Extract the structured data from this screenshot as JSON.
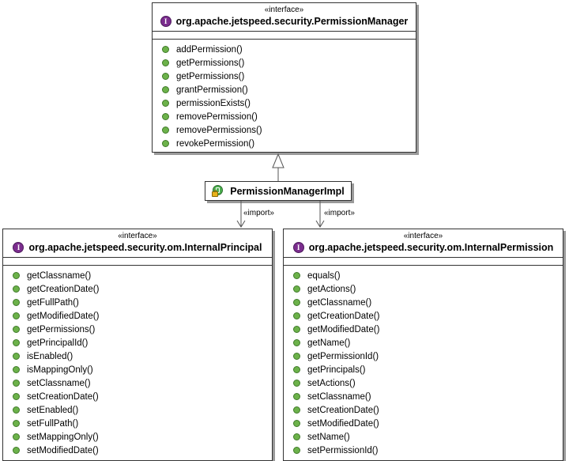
{
  "diagram": {
    "type": "uml-class-diagram",
    "background": "#ffffff",
    "colors": {
      "interface_icon": "#7b2d8e",
      "method_icon": "#6cb24a",
      "class_icon": "#4caf50",
      "lock_badge": "#e8b21c",
      "border": "#333333",
      "shadow": "#9a9a9a",
      "connector": "#555555"
    }
  },
  "classes": {
    "permission_manager": {
      "stereotype": "«interface»",
      "name": "org.apache.jetspeed.security.PermissionManager",
      "icon": "interface-icon",
      "methods": [
        "addPermission()",
        "getPermissions()",
        "getPermissions()",
        "grantPermission()",
        "permissionExists()",
        "removePermission()",
        "removePermissions()",
        "revokePermission()"
      ]
    },
    "permission_manager_impl": {
      "name": "PermissionManagerImpl",
      "icon": "class-icon"
    },
    "internal_principal": {
      "stereotype": "«interface»",
      "name": "org.apache.jetspeed.security.om.InternalPrincipal",
      "icon": "interface-icon",
      "methods": [
        "getClassname()",
        "getCreationDate()",
        "getFullPath()",
        "getModifiedDate()",
        "getPermissions()",
        "getPrincipalId()",
        "isEnabled()",
        "isMappingOnly()",
        "setClassname()",
        "setCreationDate()",
        "setEnabled()",
        "setFullPath()",
        "setMappingOnly()",
        "setModifiedDate()"
      ]
    },
    "internal_permission": {
      "stereotype": "«interface»",
      "name": "org.apache.jetspeed.security.om.InternalPermission",
      "icon": "interface-icon",
      "methods": [
        "equals()",
        "getActions()",
        "getClassname()",
        "getCreationDate()",
        "getModifiedDate()",
        "getName()",
        "getPermissionId()",
        "getPrincipals()",
        "setActions()",
        "setClassname()",
        "setCreationDate()",
        "setModifiedDate()",
        "setName()",
        "setPermissionId()"
      ]
    }
  },
  "relationships": {
    "realization": {
      "label": "",
      "from": "permission_manager_impl",
      "to": "permission_manager",
      "arrow": "hollow-triangle"
    },
    "import_left": {
      "label": "«import»",
      "from": "permission_manager_impl",
      "to": "internal_principal",
      "arrow": "open-arrow"
    },
    "import_right": {
      "label": "«import»",
      "from": "permission_manager_impl",
      "to": "internal_permission",
      "arrow": "open-arrow"
    }
  }
}
